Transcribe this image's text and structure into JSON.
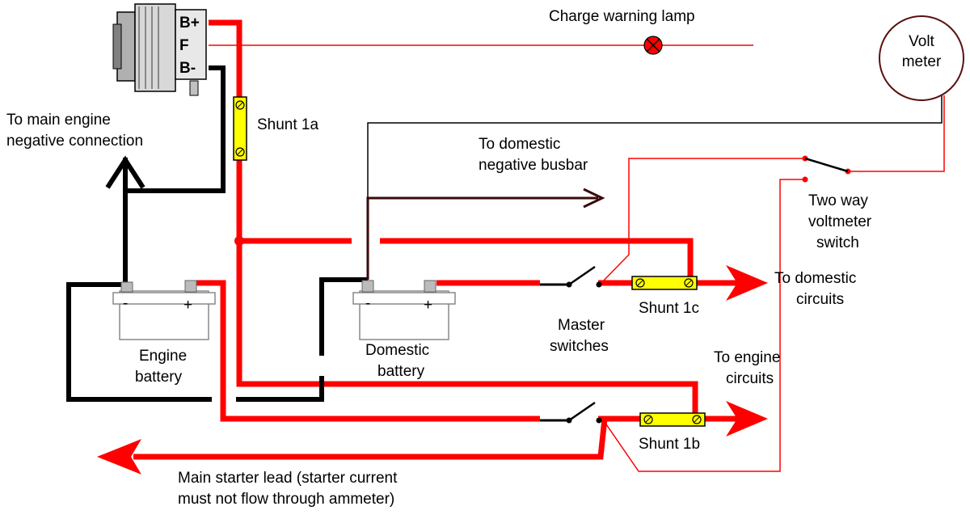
{
  "alternator": {
    "terminal_bplus": "B+",
    "terminal_f": "F",
    "terminal_bminus": "B-"
  },
  "lamp_label": "Charge warning lamp",
  "voltmeter": {
    "line1": "Volt",
    "line2": "meter"
  },
  "labels": {
    "main_engine_neg_1": "To main engine",
    "main_engine_neg_2": "negative connection",
    "shunt_1a": "Shunt 1a",
    "domestic_neg_1": "To domestic",
    "domestic_neg_2": "negative busbar",
    "two_way_1": "Two way",
    "two_way_2": "voltmeter",
    "two_way_3": "switch",
    "to_domestic_1": "To domestic",
    "to_domestic_2": "circuits",
    "shunt_1c": "Shunt 1c",
    "master_1": "Master",
    "master_2": "switches",
    "to_engine_1": "To engine",
    "to_engine_2": "circuits",
    "shunt_1b": "Shunt 1b",
    "starter_1": "Main starter lead (starter current",
    "starter_2": "must not flow through ammeter)"
  },
  "engine_battery": {
    "minus": "-",
    "plus": "+",
    "label_1": "Engine",
    "label_2": "battery"
  },
  "domestic_battery": {
    "minus": "-",
    "plus": "+",
    "label_1": "Domestic",
    "label_2": "battery"
  },
  "colors": {
    "positive": "#ff0000",
    "negative": "#000000",
    "domestic_negative": "#3a0a0a",
    "shunt": "#ffff00"
  }
}
